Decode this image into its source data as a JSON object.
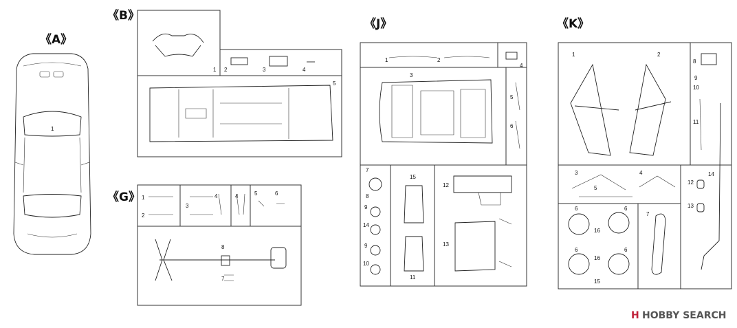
{
  "sections": {
    "A": {
      "label": "《A》"
    },
    "B": {
      "label": "《B》"
    },
    "G": {
      "label": "《G》"
    },
    "J": {
      "label": "《J》"
    },
    "K": {
      "label": "《K》"
    }
  },
  "parts": {
    "A": [
      "1"
    ],
    "B": [
      "1",
      "2",
      "3",
      "4",
      "5"
    ],
    "G": [
      "1",
      "2",
      "3",
      "4",
      "4",
      "5",
      "6",
      "8",
      "7"
    ],
    "J": [
      "1",
      "2",
      "3",
      "4",
      "5",
      "6",
      "7",
      "8",
      "9",
      "14",
      "9",
      "10",
      "15",
      "11",
      "12",
      "13"
    ],
    "K": [
      "1",
      "2",
      "8",
      "9",
      "10",
      "11",
      "3",
      "4",
      "5",
      "12",
      "14",
      "13",
      "6",
      "6",
      "16",
      "6",
      "6",
      "16",
      "15",
      "7"
    ]
  },
  "watermark": {
    "text": "HOBBY SEARCH",
    "logo_mark": "H"
  }
}
